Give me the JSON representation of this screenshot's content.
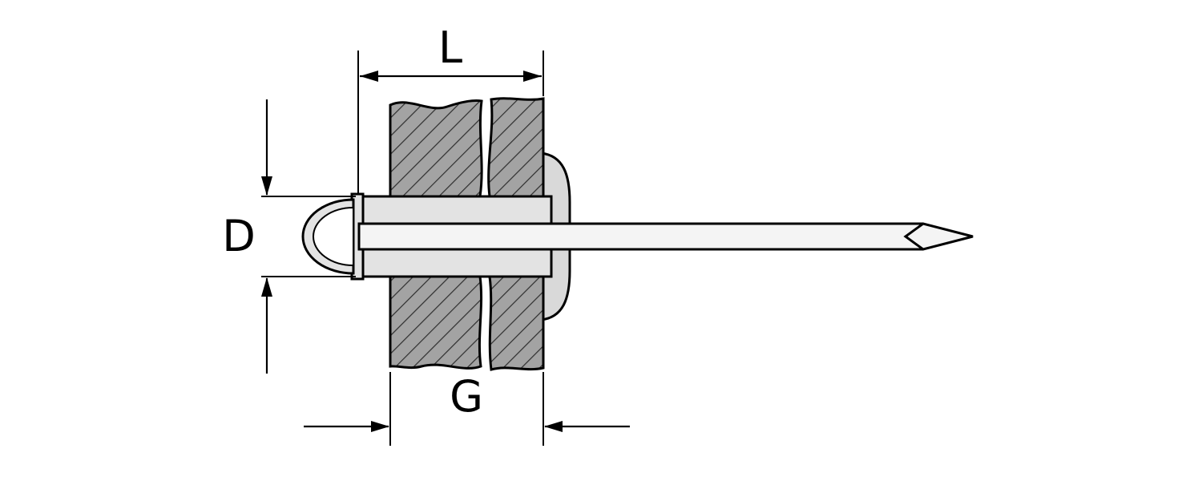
{
  "diagram": {
    "dimensions": {
      "length_label": "L",
      "diameter_label": "D",
      "grip_label": "G"
    },
    "colors": {
      "background": "#ffffff",
      "outline": "#000000",
      "plate_fill": "#a3a3a3",
      "hatch_line": "#2e2e2e",
      "rivet_fill": "#e3e3e3",
      "bulge_fill": "#d9d9d9",
      "stem_fill": "#f4f4f4",
      "highlight": "#ffffff"
    }
  }
}
